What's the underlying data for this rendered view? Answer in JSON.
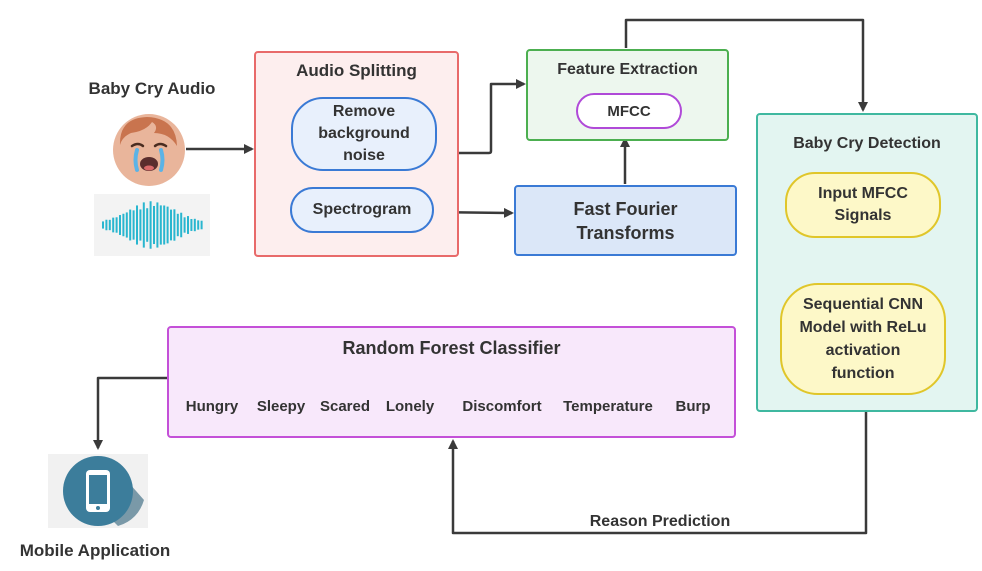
{
  "input": {
    "title": "Baby Cry Audio",
    "icons": [
      "crying-baby-icon",
      "sound-wave-icon"
    ]
  },
  "audio_splitting": {
    "title": "Audio Splitting",
    "steps": [
      "Remove background noise",
      "Spectrogram"
    ]
  },
  "feature_extraction": {
    "title": "Feature Extraction",
    "method": "MFCC"
  },
  "fft": {
    "title": "Fast Fourier Transforms"
  },
  "detection": {
    "title": "Baby Cry Detection",
    "steps": [
      "Input MFCC Signals",
      "Sequential CNN Model with ReLu activation function"
    ]
  },
  "classifier": {
    "title": "Random Forest Classifier",
    "classes": [
      "Hungry",
      "Sleepy",
      "Scared",
      "Lonely",
      "Discomfort",
      "Temperature",
      "Burp"
    ]
  },
  "edge_labels": {
    "reason": "Reason Prediction"
  },
  "output": {
    "title": "Mobile Application",
    "icon": "mobile-phone-icon"
  },
  "colors": {
    "audio_splitting_border": "#e86a6a",
    "audio_splitting_fill": "#fdeeee",
    "feature_border": "#4caf50",
    "feature_fill": "#edf7ee",
    "fft_border": "#3a7ad5",
    "fft_fill": "#dbe7f8",
    "detection_border": "#3fb8a0",
    "detection_fill": "#e3f5f1",
    "classifier_border": "#c450d8",
    "classifier_fill": "#f8e8fb",
    "pill_blue_border": "#3a7ad5",
    "pill_blue_fill": "#e8f0fc",
    "pill_purple_border": "#b04ad8",
    "pill_yellow_border": "#e0c62a",
    "pill_yellow_fill": "#fdf8c8",
    "wave": "#29b6cf",
    "phone_circle": "#3c7d9b"
  }
}
